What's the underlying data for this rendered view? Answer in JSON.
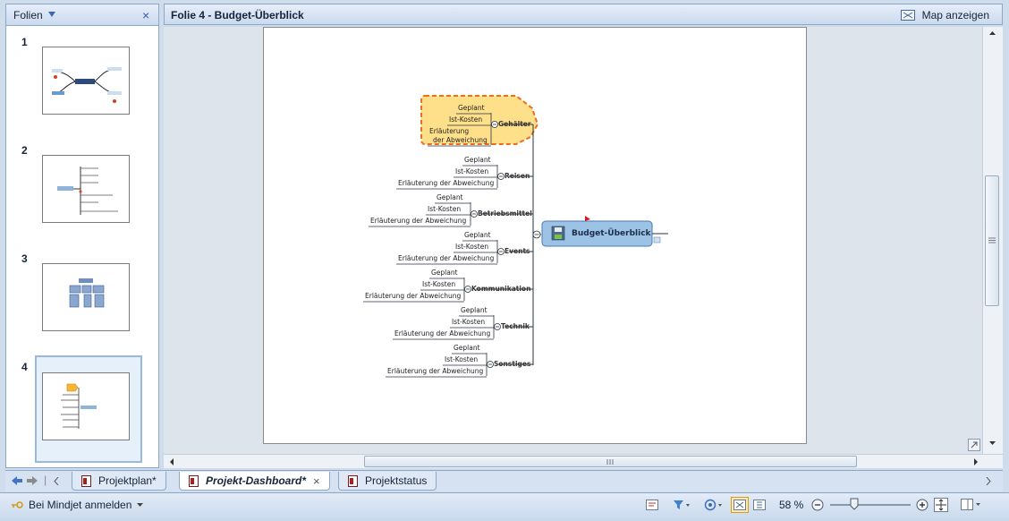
{
  "slides_pane": {
    "title": "Folien",
    "close_glyph": "×",
    "thumbnails": [
      {
        "number": "1"
      },
      {
        "number": "2"
      },
      {
        "number": "3"
      },
      {
        "number": "4",
        "selected": true
      }
    ]
  },
  "header": {
    "slide_title": "Folie 4 - Budget-Überblick",
    "map_button_label": "Map anzeigen"
  },
  "map": {
    "central_topic": "Budget-Überblick",
    "categories": [
      {
        "name": "Gehälter",
        "children": [
          "Geplant",
          "Ist-Kosten",
          "Erläuterung der Abweichung"
        ],
        "highlighted": true
      },
      {
        "name": "Reisen",
        "children": [
          "Geplant",
          "Ist-Kosten",
          "Erläuterung der Abweichung"
        ]
      },
      {
        "name": "Betriebsmittel",
        "children": [
          "Geplant",
          "Ist-Kosten",
          "Erläuterung der Abweichung"
        ]
      },
      {
        "name": "Events",
        "children": [
          "Geplant",
          "Ist-Kosten",
          "Erläuterung der Abweichung"
        ]
      },
      {
        "name": "Kommunikation",
        "children": [
          "Geplant",
          "Ist-Kosten",
          "Erläuterung der Abweichung"
        ]
      },
      {
        "name": "Technik",
        "children": [
          "Geplant",
          "Ist-Kosten",
          "Erläuterung der Abweichung"
        ]
      },
      {
        "name": "Sonstiges",
        "children": [
          "Geplant",
          "Ist-Kosten",
          "Erläuterung der Abweichung"
        ]
      }
    ],
    "gehaelter_note_line1": "Erläuterung",
    "gehaelter_note_line2": "der Abweichung"
  },
  "tabs": [
    {
      "label": "Projektplan*",
      "active": false
    },
    {
      "label": "Projekt-Dashboard*",
      "active": true
    },
    {
      "label": "Projektstatus",
      "active": false
    }
  ],
  "status": {
    "login_label": "Bei Mindjet anmelden",
    "zoom": "58 %"
  },
  "colors": {
    "accent": "#8ba7c9",
    "central_topic_fill": "#9cc2e5",
    "highlight_fill": "#ffe08a",
    "highlight_border": "#e8701a"
  }
}
